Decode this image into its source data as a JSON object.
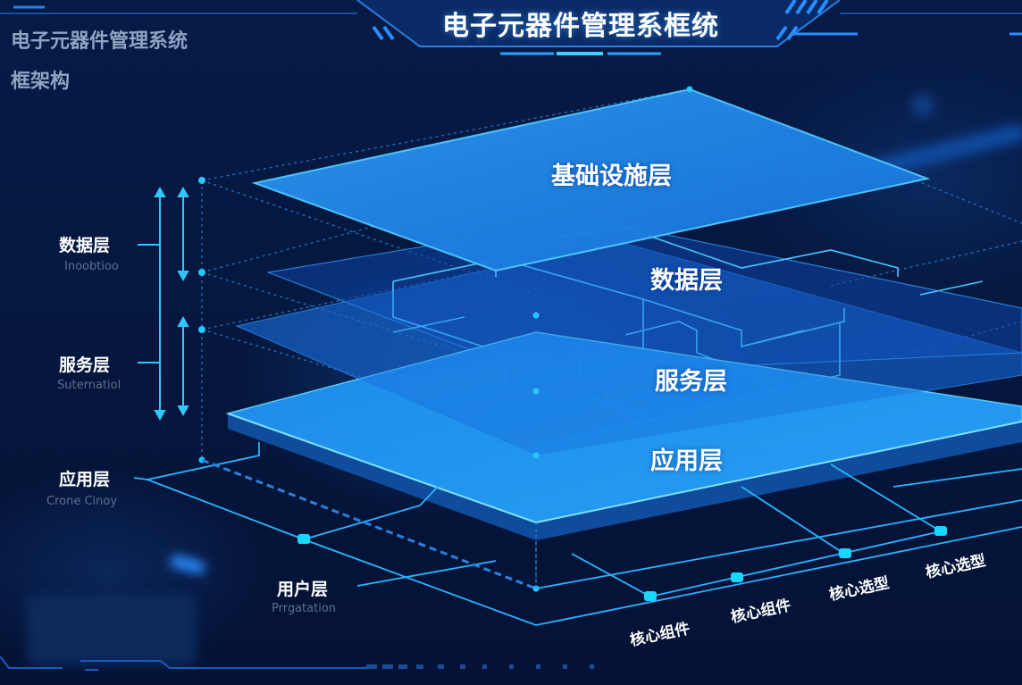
{
  "header": {
    "title": "电子元器件管理系框统"
  },
  "corner_title": {
    "line1": "电子元器件管理系统",
    "line2": "框架构"
  },
  "planes": [
    {
      "id": "infrastructure",
      "label": "基础设施层"
    },
    {
      "id": "data",
      "label": "数据层"
    },
    {
      "id": "service",
      "label": "服务层"
    },
    {
      "id": "application",
      "label": "应用层"
    }
  ],
  "side_labels": [
    {
      "id": "data",
      "label": "数据层",
      "sub": "Inoobtioo"
    },
    {
      "id": "service",
      "label": "服务层",
      "sub": "Suternatiol"
    },
    {
      "id": "application",
      "label": "应用层",
      "sub": "Crone Cinoy"
    },
    {
      "id": "user",
      "label": "用户层",
      "sub": "Prrgatation"
    }
  ],
  "node_labels": [
    {
      "label": "核心组件"
    },
    {
      "label": "核心组件"
    },
    {
      "label": "核心选型"
    },
    {
      "label": "核心选型"
    }
  ],
  "colors": {
    "background": "#04143a",
    "plane_fill": "#1a86e6",
    "plane_edge": "#3fc0ff",
    "line": "#2aa8ff",
    "node": "#19d0ff",
    "label_sub": "#5d6f8e"
  }
}
